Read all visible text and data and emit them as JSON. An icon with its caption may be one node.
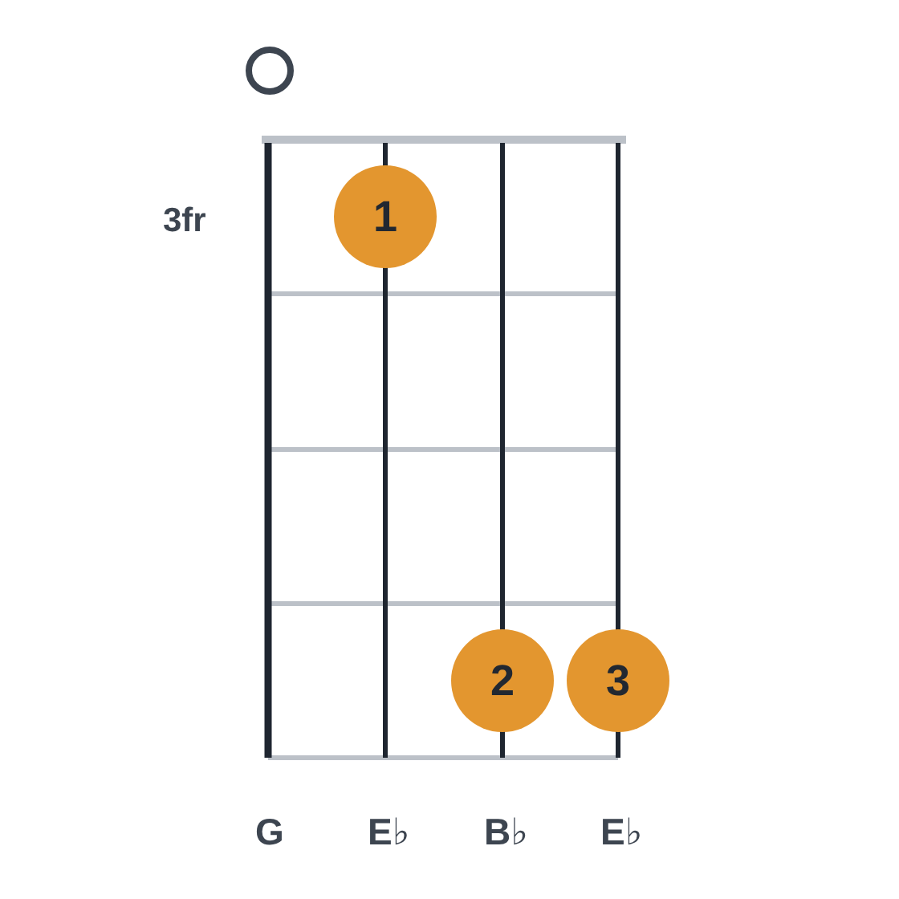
{
  "diagram": {
    "nodes": [
      {
        "text": [],
        "shape": "circle"
      },
      {
        "text": [
          "1"
        ]
      },
      {
        "text": [
          "2"
        ]
      },
      {
        "text": [
          "3"
        ]
      }
    ],
    "labels": [
      "3fr",
      "G",
      "E♭",
      "B♭",
      "E♭"
    ]
  }
}
